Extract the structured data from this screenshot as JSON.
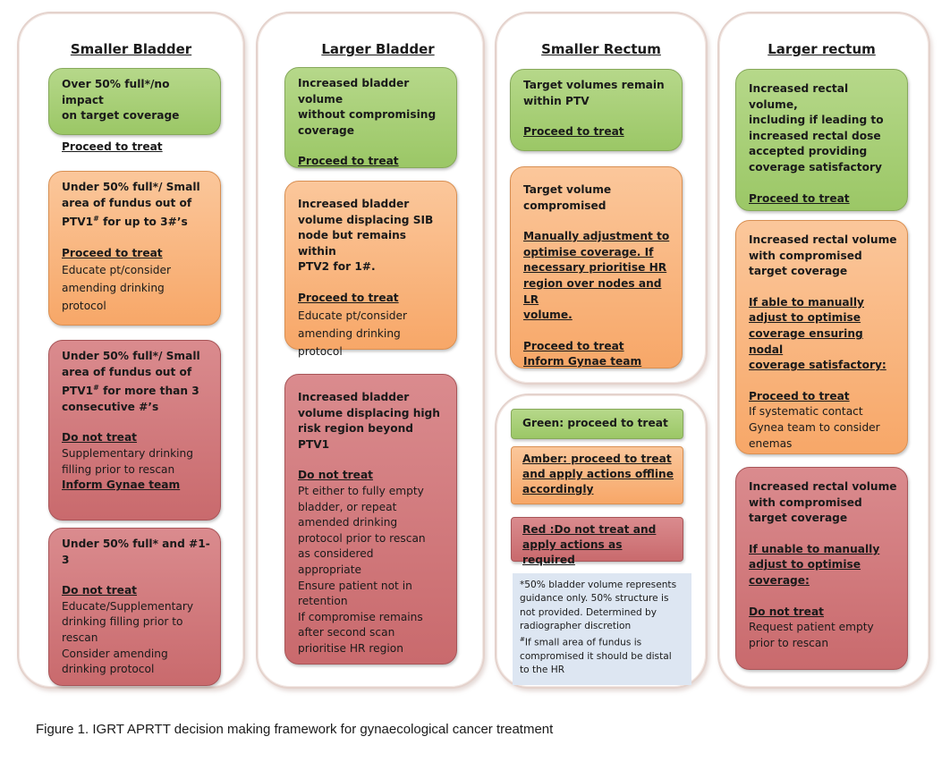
{
  "columns": {
    "smaller_bladder": {
      "title": "Smaller Bladder",
      "box1": {
        "l1": "Over 50% full*/no impact",
        "l2": "on target coverage",
        "action": "Proceed to treat"
      },
      "box2": {
        "l1": "Under 50% full*/ Small",
        "l2": "area of fundus out of",
        "l3": "PTV1",
        "sup": "#",
        "l3b": " for up to 3#’s",
        "action": "Proceed to treat",
        "d1": "Educate pt/consider",
        "d2": "amending drinking",
        "d3": "protocol"
      },
      "box3": {
        "l1": "Under 50% full*/ Small",
        "l2": "area of fundus out of",
        "l3": "PTV1",
        "sup": "#",
        "l3b": " for more than 3",
        "l4": "consecutive #’s",
        "action": "Do not treat",
        "d1": "Supplementary drinking",
        "d2": "filling prior to rescan",
        "d3": "Inform Gynae team"
      },
      "box4": {
        "l1": "Under 50% full* and #1-3",
        "action": "Do not treat",
        "d1": "Educate/Supplementary",
        "d2": "drinking filling prior to",
        "d3": "rescan",
        "d4": "Consider amending",
        "d5": "drinking protocol"
      }
    },
    "larger_bladder": {
      "title": "Larger Bladder",
      "box1": {
        "l1": "Increased bladder volume",
        "l2": "without compromising",
        "l3": "coverage",
        "action": "Proceed to treat"
      },
      "box2": {
        "l1": "Increased bladder",
        "l2": "volume displacing SIB",
        "l3": "node but remains within",
        "l4": "PTV2 for 1#.",
        "action": "Proceed to treat",
        "d1": "Educate pt/consider",
        "d2": "amending drinking",
        "d3": "protocol"
      },
      "box3": {
        "l1": "Increased bladder",
        "l2": "volume displacing high",
        "l3": "risk region beyond PTV1",
        "action": "Do not treat",
        "d1": "Pt either to fully empty",
        "d2": "bladder, or repeat",
        "d3": "amended drinking",
        "d4": "protocol prior to rescan",
        "d5": "as considered",
        "d6": "appropriate",
        "d7": "Ensure patient not in",
        "d8": "retention",
        "d9": "If compromise remains",
        "d10": "after second scan",
        "d11": "prioritise HR region"
      }
    },
    "smaller_rectum": {
      "title": "Smaller Rectum",
      "box1": {
        "l1": "Target volumes remain",
        "l2": "within PTV",
        "action": "Proceed to treat"
      },
      "box2": {
        "l1": "Target volume",
        "l2": "compromised",
        "m1": "Manually adjustment to",
        "m2": "optimise coverage. If",
        "m3": "necessary prioritise HR",
        "m4": "region over nodes and LR",
        "m5": "volume.",
        "action": "Proceed to treat",
        "d1": "Inform Gynae team"
      }
    },
    "larger_rectum": {
      "title": "Larger rectum",
      "box1": {
        "l1": "Increased rectal volume,",
        "l2": "including if leading to",
        "l3": "increased rectal dose",
        "l4": "accepted providing",
        "l5": "coverage satisfactory",
        "action": "Proceed to treat"
      },
      "box2": {
        "l1": "Increased rectal volume",
        "l2": "with compromised",
        "l3": "target coverage",
        "m1": "If able to manually",
        "m2": "adjust to optimise",
        "m3": "coverage ensuring nodal",
        "m4": "coverage satisfactory:",
        "action": "Proceed to treat",
        "d1": "If systematic contact",
        "d2": "Gynea team to consider",
        "d3": "enemas"
      },
      "box3": {
        "l1": "Increased rectal volume",
        "l2": "with compromised",
        "l3": "target coverage",
        "m1": "If unable to manually",
        "m2": "adjust to optimise",
        "m3": "coverage:",
        "action": "Do not treat",
        "d1": "Request patient empty",
        "d2": "prior to rescan"
      }
    }
  },
  "legend": {
    "green": "Green: proceed to treat",
    "amber_l1": "Amber: proceed to treat",
    "amber_l2": "and apply actions offline",
    "amber_l3": "accordingly",
    "red_l1": "Red :Do not treat and",
    "red_l2": "apply actions as required",
    "note_l1": "*50% bladder volume represents",
    "note_l2": "guidance only. 50% structure is",
    "note_l3": "not provided. Determined by",
    "note_l4": "radiographer discretion",
    "note_sup": "#",
    "note_l5": "If small area of fundus is",
    "note_l6": "compromised it should be distal",
    "note_l7": "to the HR"
  },
  "caption": "Figure 1. IGRT APRTT decision making framework for gynaecological cancer treatment",
  "colors": {
    "green": "#9bc766",
    "amber": "#f7a768",
    "red": "#c96a6d",
    "note": "#dde6f2"
  }
}
